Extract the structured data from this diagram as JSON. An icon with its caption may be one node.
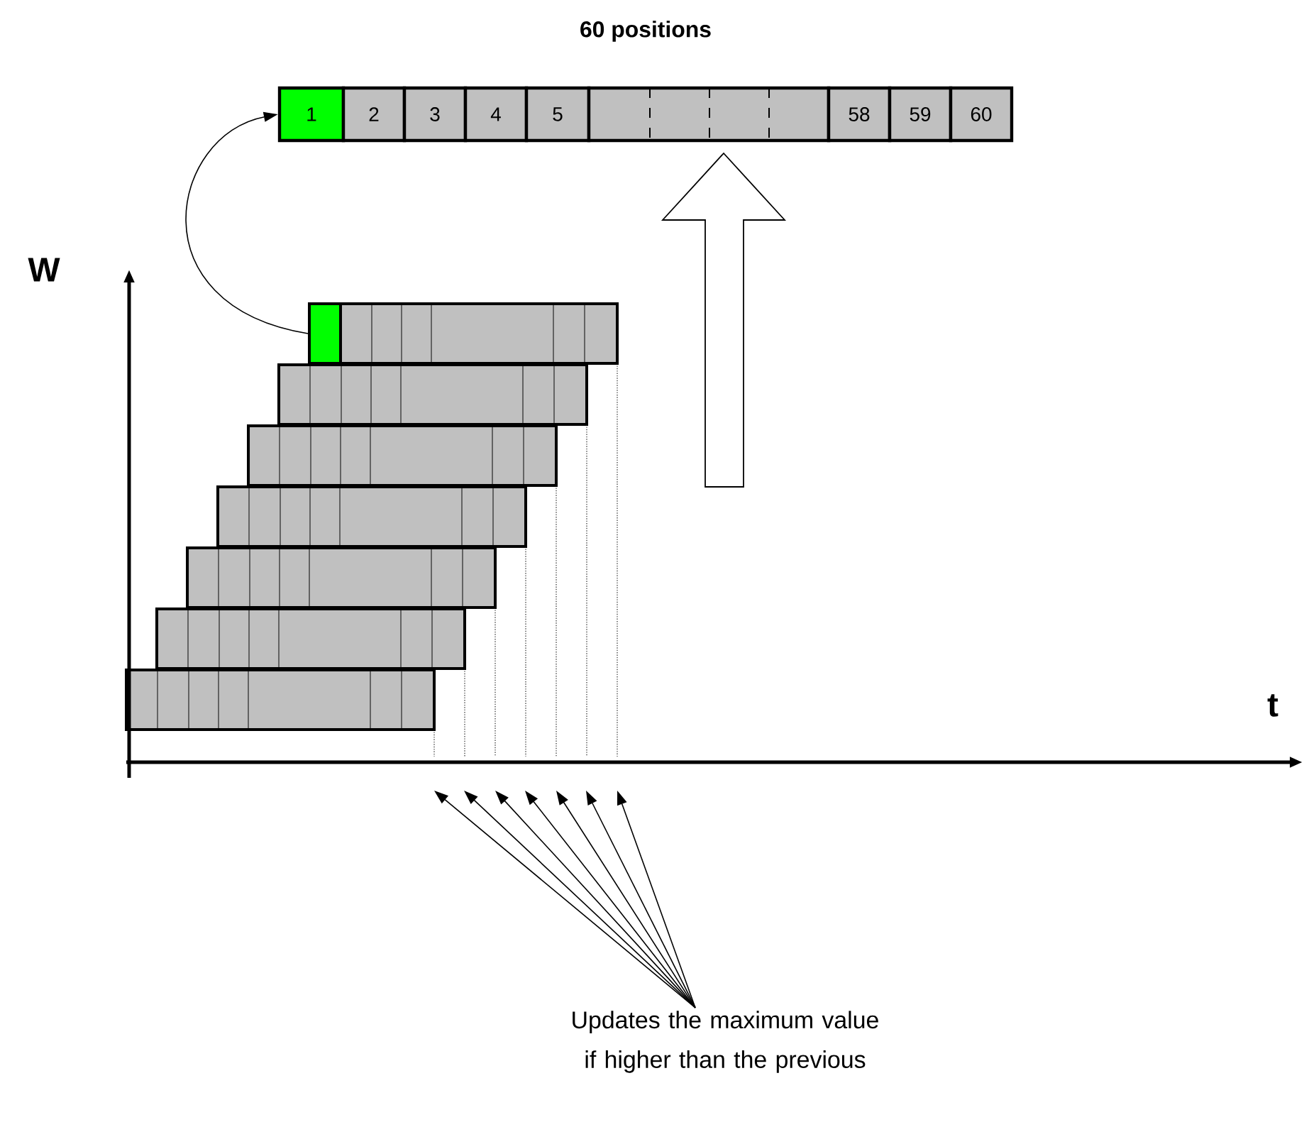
{
  "diagram": {
    "nodes": [
      {
        "text": [
          "1"
        ]
      },
      {
        "text": [
          "2"
        ]
      },
      {
        "text": [
          "3"
        ]
      },
      {
        "text": [
          "4"
        ]
      },
      {
        "text": [
          "5"
        ]
      },
      {
        "text": [],
        "shape": "box"
      },
      {
        "text": [
          "58"
        ]
      },
      {
        "text": [
          "59"
        ]
      },
      {
        "text": [
          "60"
        ]
      },
      {
        "text": [],
        "shape": "box"
      },
      {
        "text": [
          "Updates the maximum value if higher than the previous"
        ]
      }
    ],
    "edges": [
      {
        "from": 9,
        "to": 0,
        "arrow": "to"
      },
      {
        "from": 10,
        "to": null,
        "arrow": "to"
      },
      {
        "from": 10,
        "to": null,
        "arrow": "to"
      },
      {
        "from": 10,
        "to": null,
        "arrow": "to"
      },
      {
        "from": 10,
        "to": null,
        "arrow": "to"
      },
      {
        "from": 10,
        "to": null,
        "arrow": "to"
      },
      {
        "from": 10,
        "to": null,
        "arrow": "to"
      },
      {
        "from": 10,
        "to": null,
        "arrow": "to"
      }
    ],
    "labels": [
      "60 positions",
      "W",
      "t"
    ]
  }
}
